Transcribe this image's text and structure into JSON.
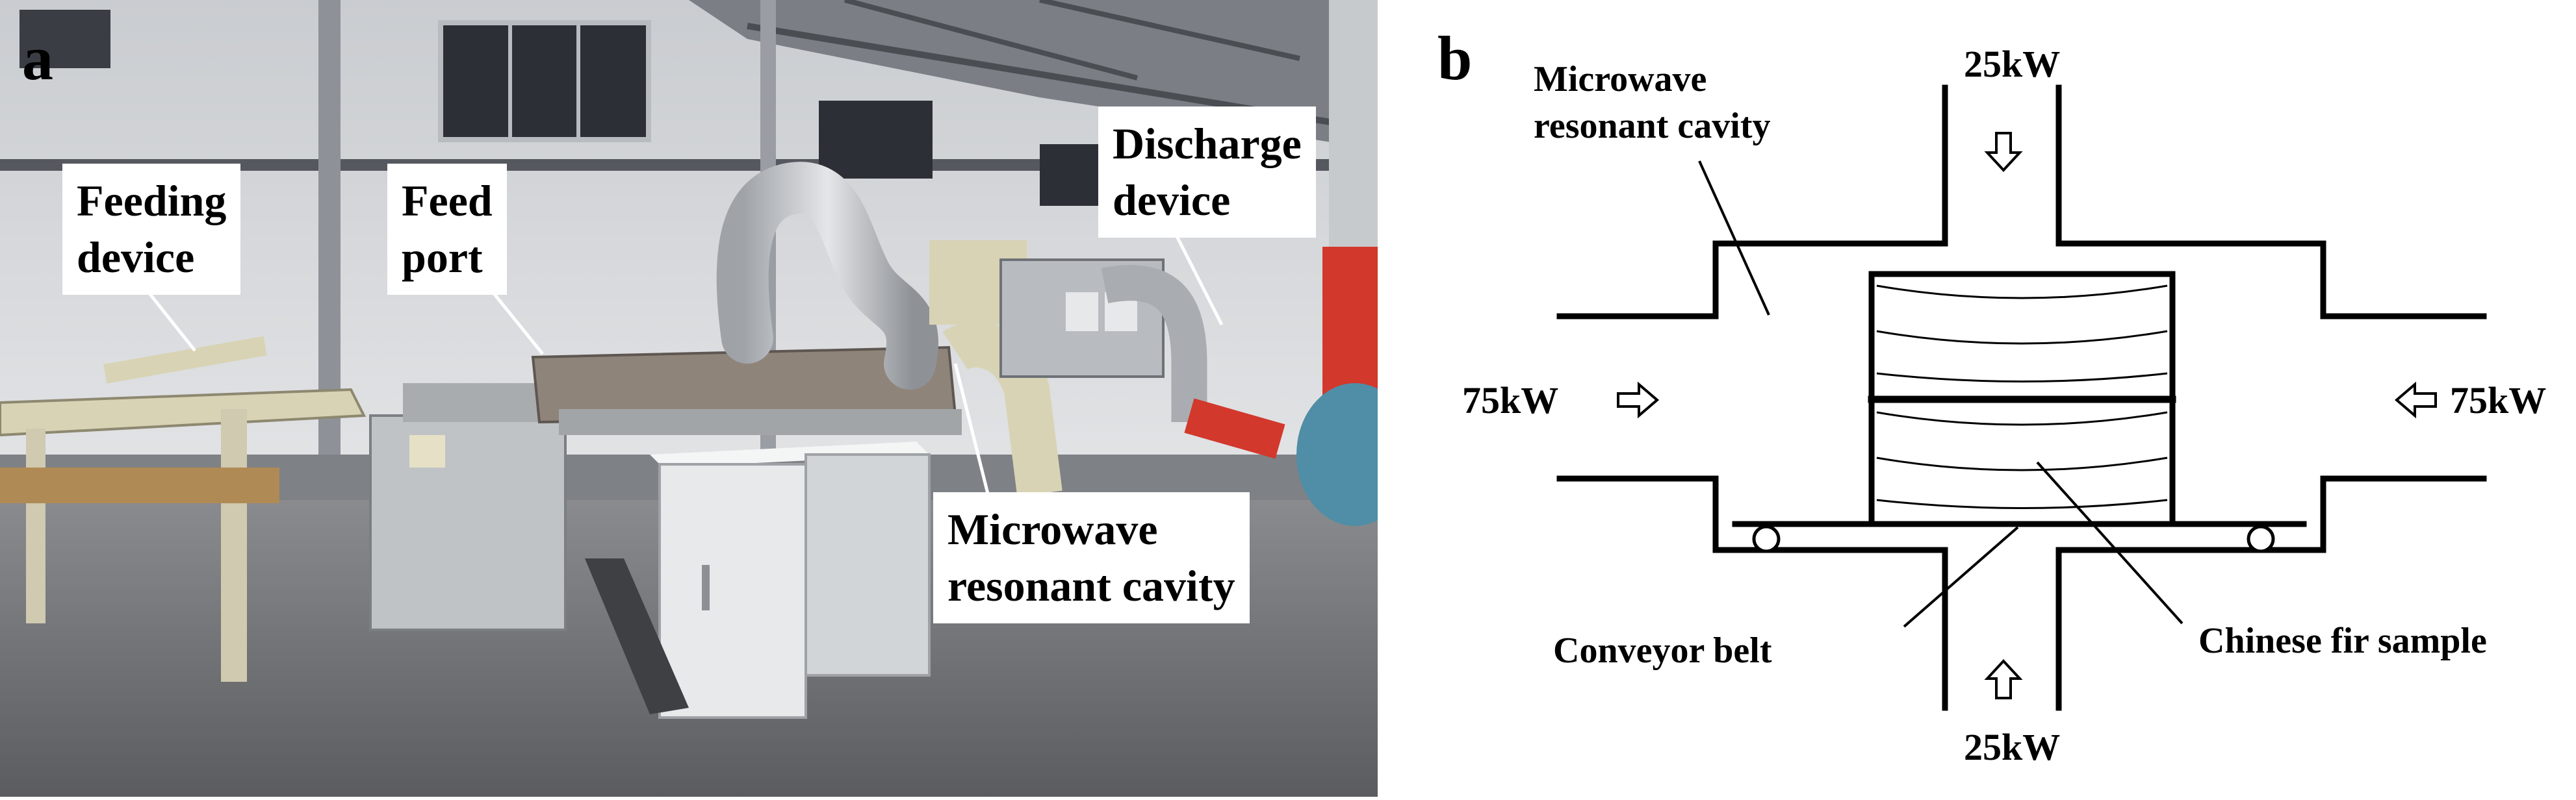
{
  "panels": {
    "a": {
      "letter": "a",
      "callouts": {
        "feeding_device": [
          "Feeding",
          "device"
        ],
        "feed_port": [
          "Feed",
          "port"
        ],
        "discharge_device": [
          "Discharge",
          "device"
        ],
        "microwave_cavity": [
          "Microwave",
          "resonant cavity"
        ]
      }
    },
    "b": {
      "letter": "b",
      "labels": {
        "cavity": [
          "Microwave",
          "resonant cavity"
        ],
        "power_top": "25kW",
        "power_bottom": "25kW",
        "power_left": "75kW",
        "power_right": "75kW",
        "belt": "Conveyor belt",
        "sample": "Chinese fir sample"
      }
    }
  },
  "colors": {
    "wall": "#d9dbde",
    "floor": "#6b6d70",
    "machine_cream": "#d8d3b4",
    "cabinet_white": "#eceeee",
    "steel": "#a9acb0",
    "duct_red": "#d2382b"
  }
}
